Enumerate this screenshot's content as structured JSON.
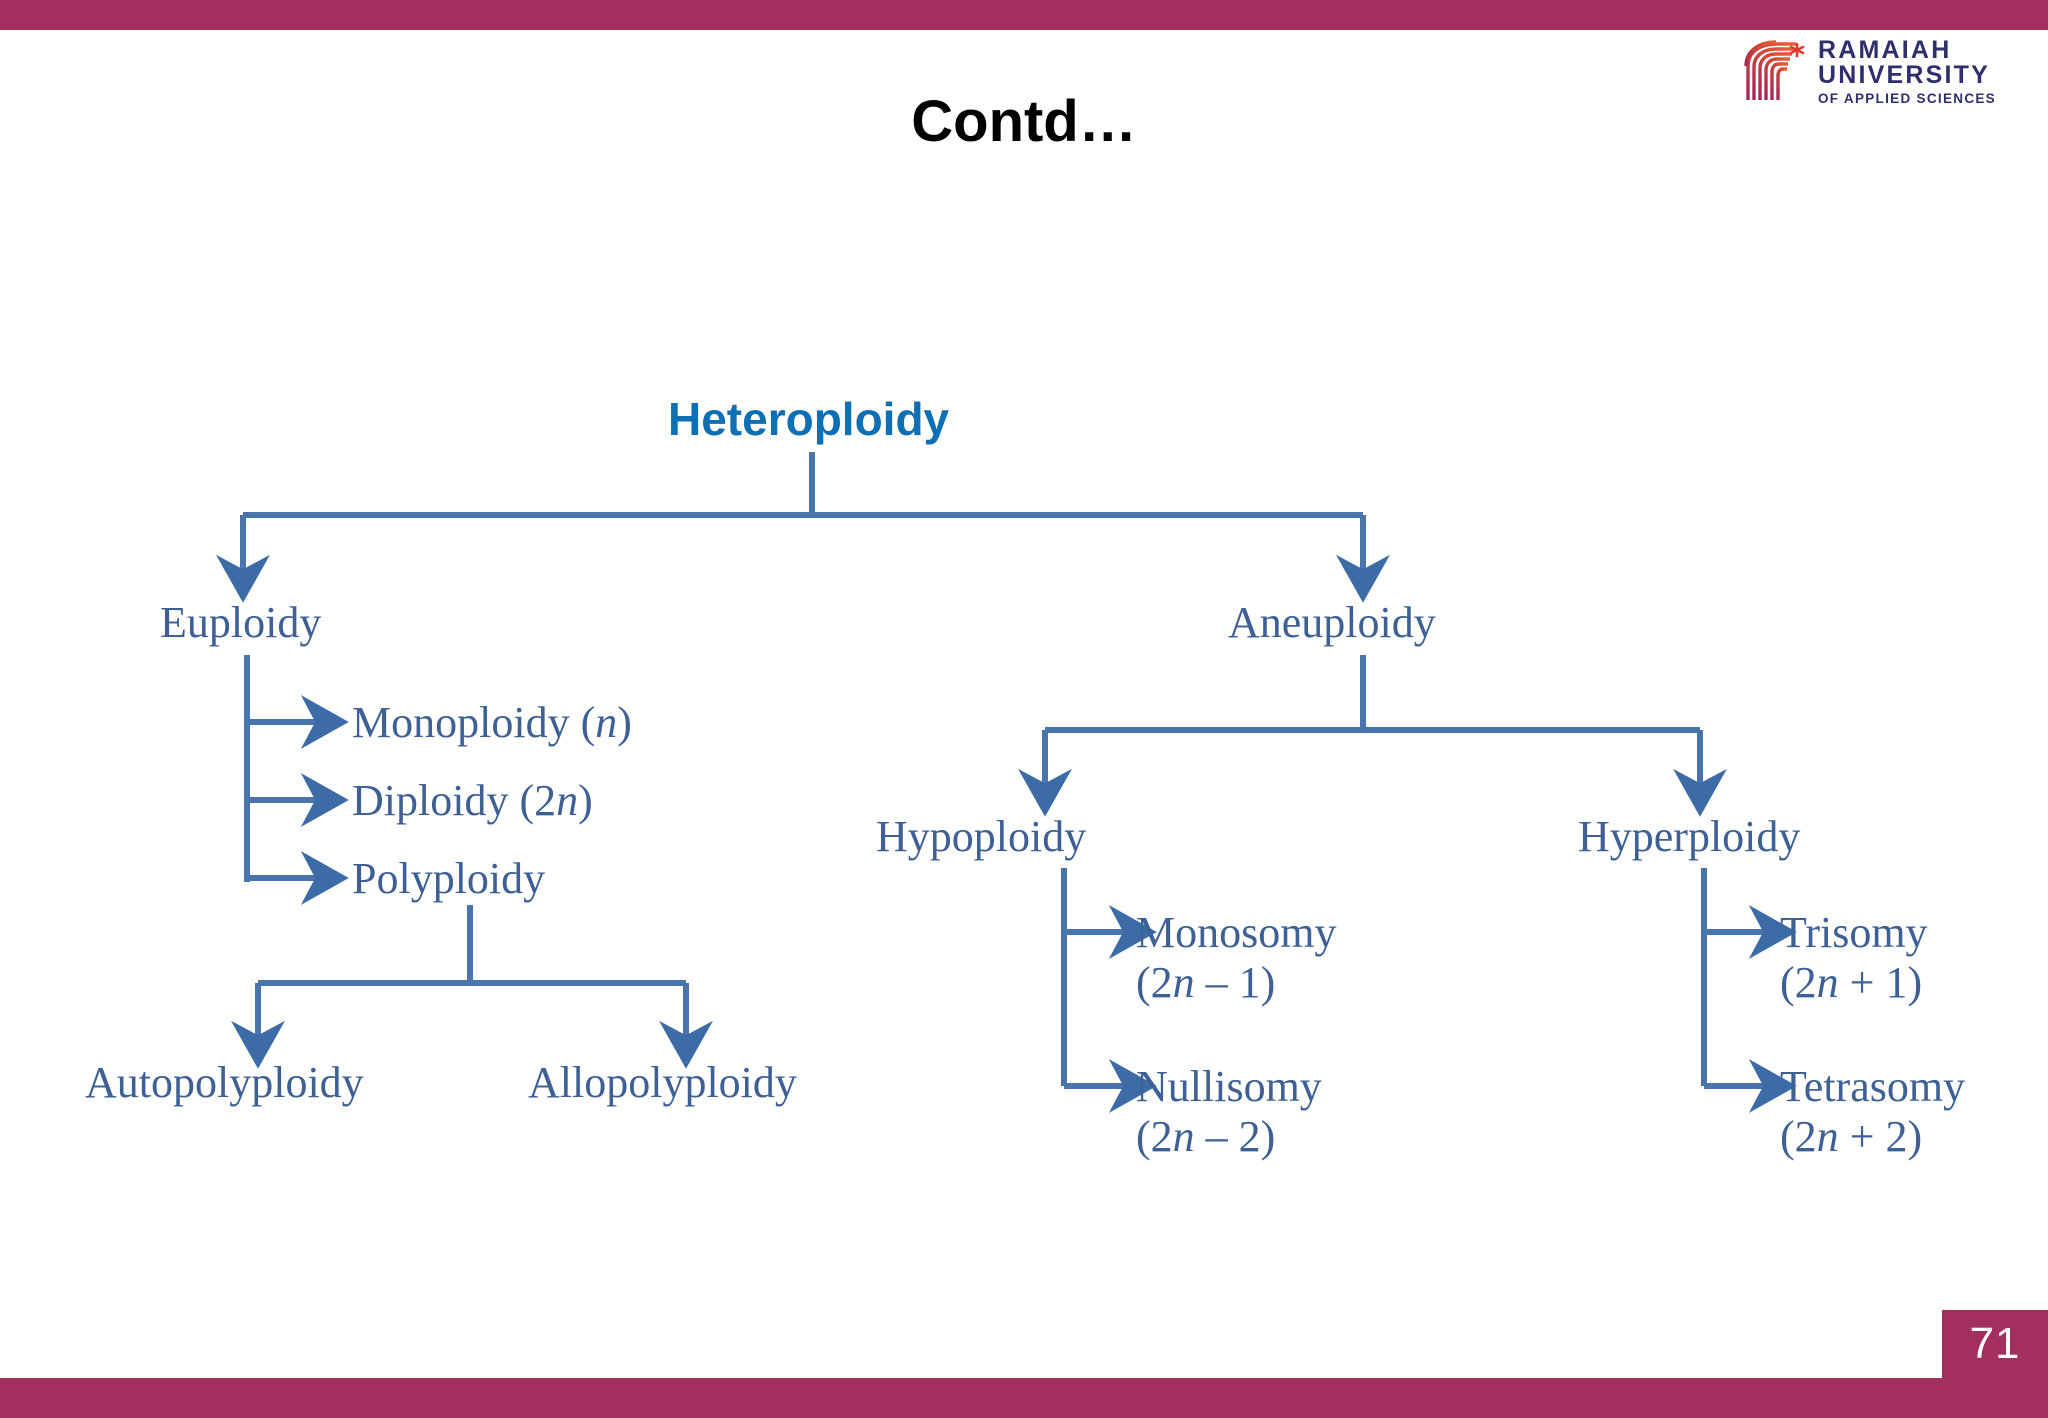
{
  "brand": {
    "bar_color": "#A32F5F",
    "logo": {
      "line1": "RAMAIAH",
      "line2": "UNIVERSITY",
      "line3": "OF APPLIED SCIENCES",
      "text_color": "#2E2F6B",
      "mark_color": "#C8442F"
    }
  },
  "slide": {
    "title": "Contd…",
    "page_number": "71"
  },
  "diagram": {
    "title_color": "#0F6FB5",
    "line_color": "#4A74AC",
    "node_color": "#3E6094",
    "root": "Heteroploidy",
    "nodes": {
      "euploidy": "Euploidy",
      "aneuploidy": "Aneuploidy",
      "monoploidy": "Monoploidy (",
      "monoploidy_var": "n",
      "monoploidy_end": ")",
      "diploidy": "Diploidy (2",
      "diploidy_var": "n",
      "diploidy_end": ")",
      "polyploidy": "Polyploidy",
      "autopolyploidy": "Autopolyploidy",
      "allopolyploidy": "Allopolyploidy",
      "hypoploidy": "Hypoploidy",
      "hyperploidy": "Hyperploidy",
      "monosomy": "Monosomy",
      "monosomy_formula_a": "(2",
      "monosomy_formula_var": "n",
      "monosomy_formula_b": " – 1)",
      "nullisomy": "Nullisomy",
      "nullisomy_formula_a": "(2",
      "nullisomy_formula_var": "n",
      "nullisomy_formula_b": " – 2)",
      "trisomy": "Trisomy",
      "trisomy_formula_a": "(2",
      "trisomy_formula_var": "n",
      "trisomy_formula_b": " + 1)",
      "tetrasomy": "Tetrasomy",
      "tetrasomy_formula_a": "(2",
      "tetrasomy_formula_var": "n",
      "tetrasomy_formula_b": " + 2)"
    }
  }
}
